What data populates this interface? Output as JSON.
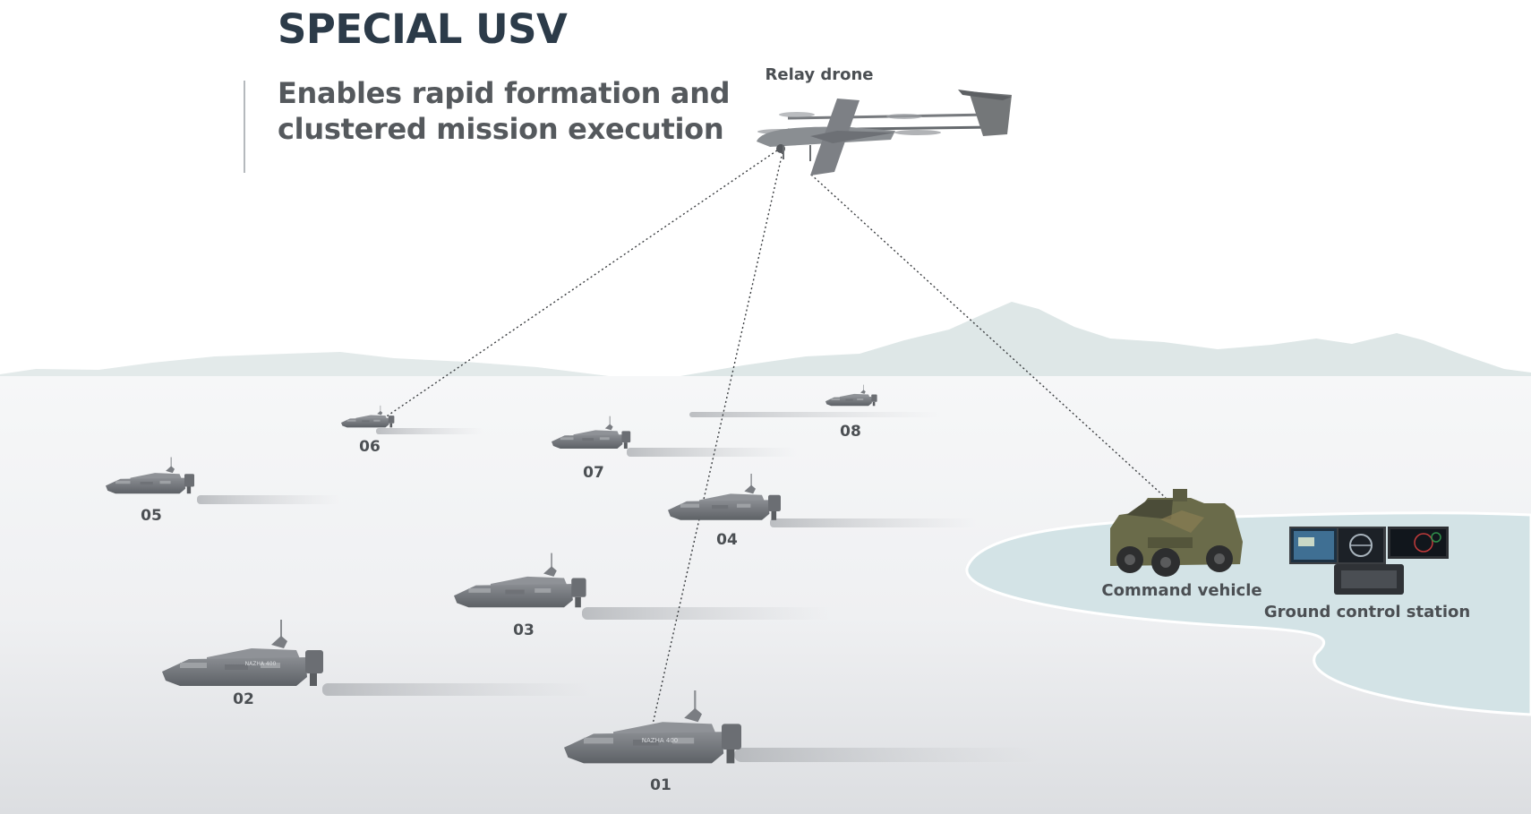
{
  "title": "SPECIAL USV",
  "subtitle": {
    "line1": "Enables rapid formation and",
    "line2": "clustered mission execution"
  },
  "nodes": {
    "relay_drone": "Relay drone",
    "command_vehicle": "Command vehicle",
    "ground_control_station": "Ground control station"
  },
  "boat_marking": "NAZHA 400",
  "boats": [
    {
      "id": "01"
    },
    {
      "id": "02"
    },
    {
      "id": "03"
    },
    {
      "id": "04"
    },
    {
      "id": "05"
    },
    {
      "id": "06"
    },
    {
      "id": "07"
    },
    {
      "id": "08"
    }
  ],
  "links": [
    {
      "from": "relay_drone",
      "to": "06"
    },
    {
      "from": "relay_drone",
      "to": "01"
    },
    {
      "from": "relay_drone",
      "to": "command_vehicle"
    }
  ],
  "colors": {
    "title": "#2c3b49",
    "subtitle": "#55595d",
    "label": "#4b4f53",
    "boat_hull": "#7a7d82",
    "land": "#d3e3e6",
    "mountains": "#dfe8e8"
  }
}
